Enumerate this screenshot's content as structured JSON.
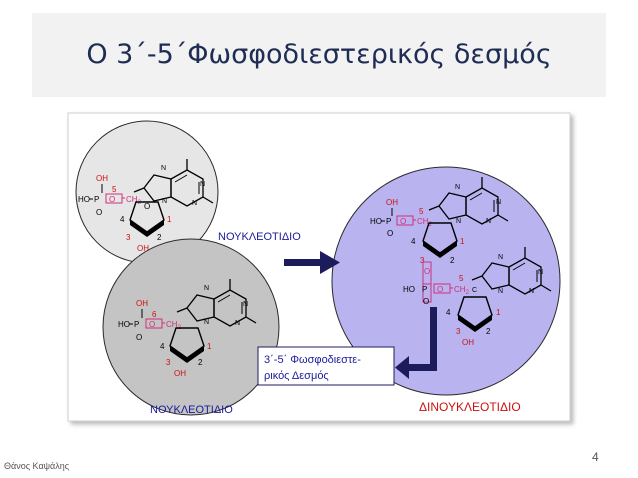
{
  "slide": {
    "title": "Ο 3΄-5΄Φωσφοδιεστερικός δεσμός",
    "number": "4",
    "author": "Θάνος Καψάλης"
  },
  "figure": {
    "nucleotide_label_1": "ΝΟΥΚΛΕΟΤΙΔΙΟ",
    "nucleotide_label_2": "ΝΟΥΚΛΕΟΤΙΔΙΟ",
    "dinucleotide_label": "ΔΙΝΟΥΚΛΕΟΤΙΔΙΟ",
    "bond_caption_line1": "3΄-5΄ Φωσφοδιεστε-",
    "bond_caption_line2": "ρικός Δεσμός",
    "atoms": {
      "oh": "OH",
      "ho": "HO",
      "p": "P",
      "o": "O",
      "ch2": "CH",
      "sub2": "2",
      "n": "N",
      "c": "C"
    },
    "ring_numbers": {
      "one": "1",
      "two": "2",
      "three": "3",
      "four": "4",
      "five": "5"
    }
  },
  "colors": {
    "title_text": "#1f2d55",
    "title_band": "#f2f2f2",
    "circle_light": "#e6e6e6",
    "circle_dark": "#c4c4c4",
    "circle_purple": "#b9b4f0",
    "red": "#cc1111",
    "magenta": "#d0307a",
    "arrow_navy": "#1c1c5c",
    "label_blue": "#1a1a9c"
  }
}
